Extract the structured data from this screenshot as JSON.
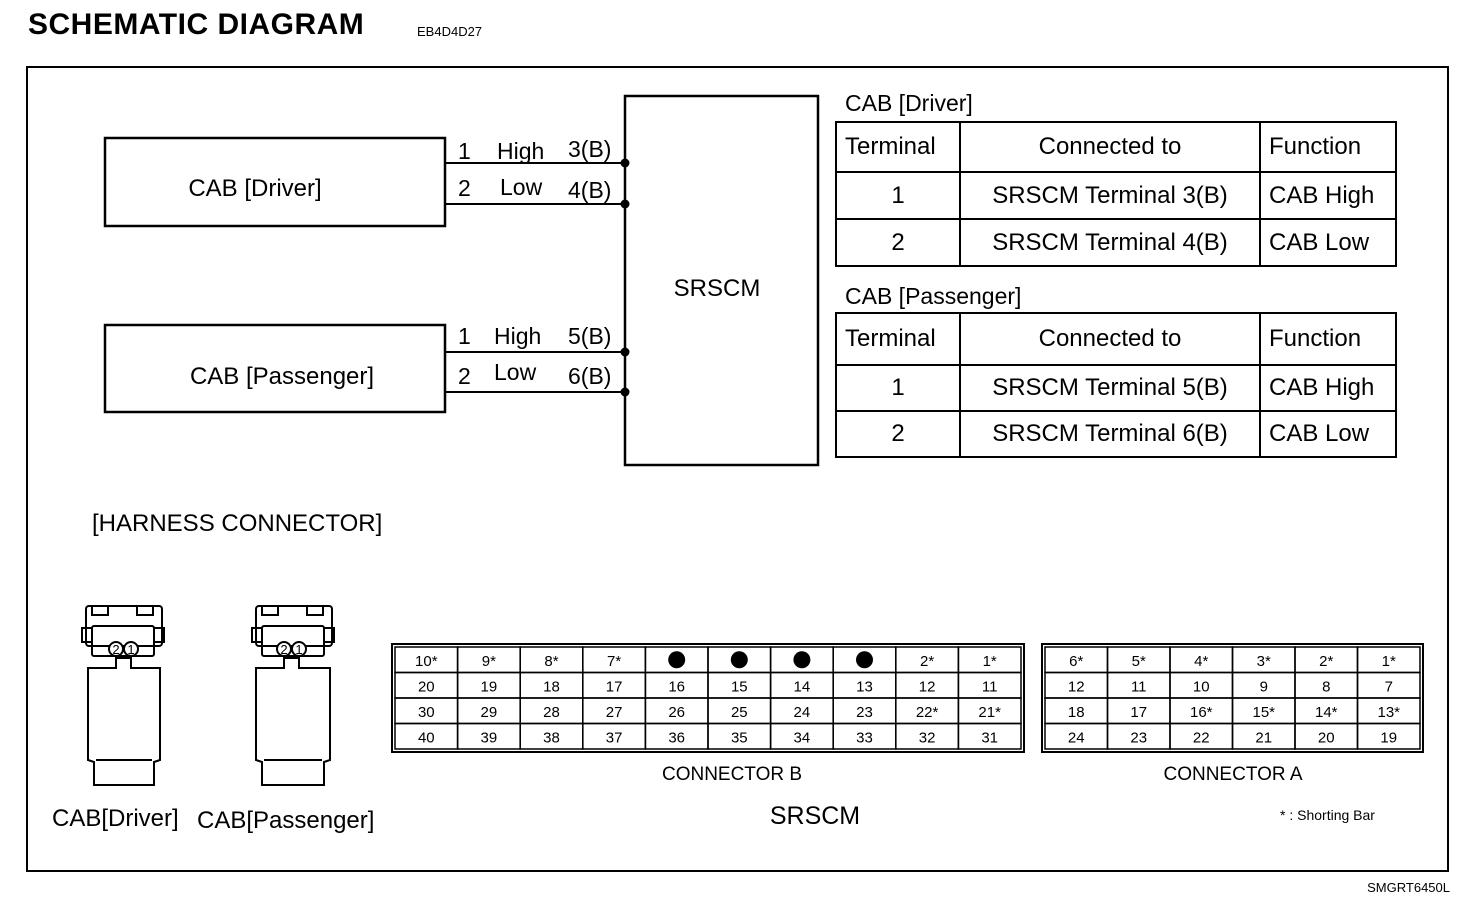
{
  "header": {
    "title": "SCHEMATIC  DIAGRAM",
    "code": "EB4D4D27"
  },
  "schematic": {
    "module_label": "SRSCM",
    "driver": {
      "label": "CAB [Driver]",
      "wires": [
        {
          "pin": "1",
          "name": "High",
          "terminal": "3(B)"
        },
        {
          "pin": "2",
          "name": "Low",
          "terminal": "4(B)"
        }
      ]
    },
    "passenger": {
      "label": "CAB [Passenger]",
      "wires": [
        {
          "pin": "1",
          "name": "High",
          "terminal": "5(B)"
        },
        {
          "pin": "2",
          "name": "Low",
          "terminal": "6(B)"
        }
      ]
    }
  },
  "tables": {
    "driver": {
      "caption": "CAB [Driver]",
      "headers": [
        "Terminal",
        "Connected to",
        "Function"
      ],
      "rows": [
        [
          "1",
          "SRSCM Terminal 3(B)",
          "CAB High"
        ],
        [
          "2",
          "SRSCM Terminal 4(B)",
          "CAB Low"
        ]
      ]
    },
    "passenger": {
      "caption": "CAB [Passenger]",
      "headers": [
        "Terminal",
        "Connected to",
        "Function"
      ],
      "rows": [
        [
          "1",
          "SRSCM Terminal 5(B)",
          "CAB High"
        ],
        [
          "2",
          "SRSCM Terminal 6(B)",
          "CAB Low"
        ]
      ]
    }
  },
  "harness": {
    "heading": "[HARNESS CONNECTOR]",
    "cab_driver_label": "CAB[Driver]",
    "cab_passenger_label": "CAB[Passenger]",
    "cab_pins": [
      "2",
      "1"
    ],
    "connector_b": {
      "label": "CONNECTOR B",
      "rows": [
        [
          "10*",
          "9*",
          "8*",
          "7*",
          "",
          "",
          "",
          "",
          "2*",
          "1*"
        ],
        [
          "20",
          "19",
          "18",
          "17",
          "16",
          "15",
          "14",
          "13",
          "12",
          "11"
        ],
        [
          "30",
          "29",
          "28",
          "27",
          "26",
          "25",
          "24",
          "23",
          "22*",
          "21*"
        ],
        [
          "40",
          "39",
          "38",
          "37",
          "36",
          "35",
          "34",
          "33",
          "32",
          "31"
        ]
      ]
    },
    "connector_a": {
      "label": "CONNECTOR A",
      "rows": [
        [
          "6*",
          "5*",
          "4*",
          "3*",
          "2*",
          "1*"
        ],
        [
          "12",
          "11",
          "10",
          "9",
          "8",
          "7"
        ],
        [
          "18",
          "17",
          "16*",
          "15*",
          "14*",
          "13*"
        ],
        [
          "24",
          "23",
          "22",
          "21",
          "20",
          "19"
        ]
      ]
    },
    "module_label": "SRSCM",
    "note": "* : Shorting Bar"
  },
  "footer": {
    "code": "SMGRT6450L"
  }
}
